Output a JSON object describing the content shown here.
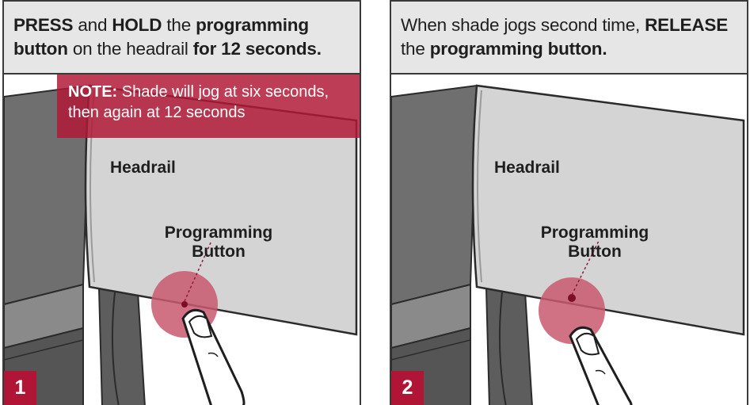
{
  "panel1": {
    "header_parts": [
      {
        "text": "PRESS",
        "bold": true
      },
      {
        "text": " and ",
        "bold": false
      },
      {
        "text": "HOLD",
        "bold": true
      },
      {
        "text": " the ",
        "bold": false
      },
      {
        "text": "programming button",
        "bold": true
      },
      {
        "text": " on the headrail ",
        "bold": false
      },
      {
        "text": "for 12 seconds.",
        "bold": true
      }
    ],
    "note_label": "NOTE:",
    "note_text": " Shade will jog at six seconds, then again at 12 seconds",
    "headrail_label": "Headrail",
    "button_label_line1": "Programming",
    "button_label_line2": "Button",
    "step_number": "1"
  },
  "panel2": {
    "header_parts": [
      {
        "text": "When shade jogs second time, ",
        "bold": false
      },
      {
        "text": "RELEASE",
        "bold": true
      },
      {
        "text": " the ",
        "bold": false
      },
      {
        "text": "programming button.",
        "bold": true
      }
    ],
    "headrail_label": "Headrail",
    "button_label_line1": "Programming",
    "button_label_line2": "Button",
    "step_number": "2"
  },
  "colors": {
    "accent_red": "#b01535",
    "highlight_pink": "#c9586f",
    "header_gray": "#e6e6e6",
    "headrail_gray": "#d4d4d4"
  }
}
